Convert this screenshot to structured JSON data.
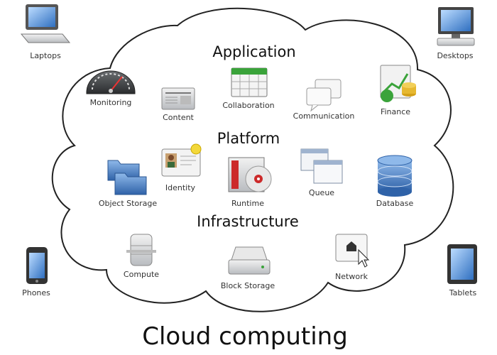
{
  "title": "Cloud computing",
  "layers": {
    "application": "Application",
    "platform": "Platform",
    "infrastructure": "Infrastructure"
  },
  "devices": {
    "laptops": "Laptops",
    "desktops": "Desktops",
    "phones": "Phones",
    "tablets": "Tablets"
  },
  "application_items": {
    "monitoring": "Monitoring",
    "content": "Content",
    "collaboration": "Collaboration",
    "communication": "Communication",
    "finance": "Finance"
  },
  "platform_items": {
    "object_storage": "Object Storage",
    "identity": "Identity",
    "runtime": "Runtime",
    "queue": "Queue",
    "database": "Database"
  },
  "infrastructure_items": {
    "compute": "Compute",
    "block_storage": "Block Storage",
    "network": "Network"
  },
  "colors": {
    "cloud_outline": "#222222",
    "icon_blue": "#3b73b9",
    "icon_gray": "#9aa0a6",
    "icon_green": "#3aa33a",
    "icon_gold": "#d4a017",
    "icon_red": "#cc2a2a"
  }
}
